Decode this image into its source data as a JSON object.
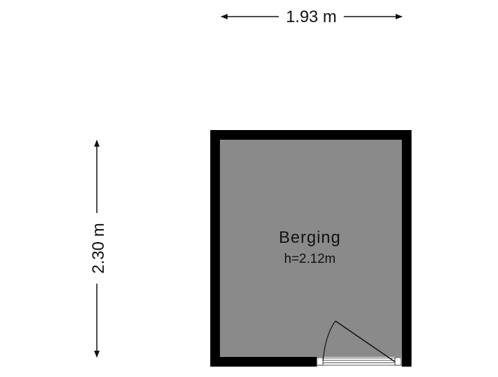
{
  "floorplan": {
    "dimensions": {
      "width_label": "1.93 m",
      "height_label": "2.30 m"
    },
    "rooms": [
      {
        "name": "Berging",
        "height_label": "h=2.12m"
      }
    ],
    "colors": {
      "wall": "#000000",
      "floor": "#8a8a8a",
      "background": "#ffffff",
      "dimension_line": "#111111",
      "door_frame": "#ffffff"
    }
  }
}
